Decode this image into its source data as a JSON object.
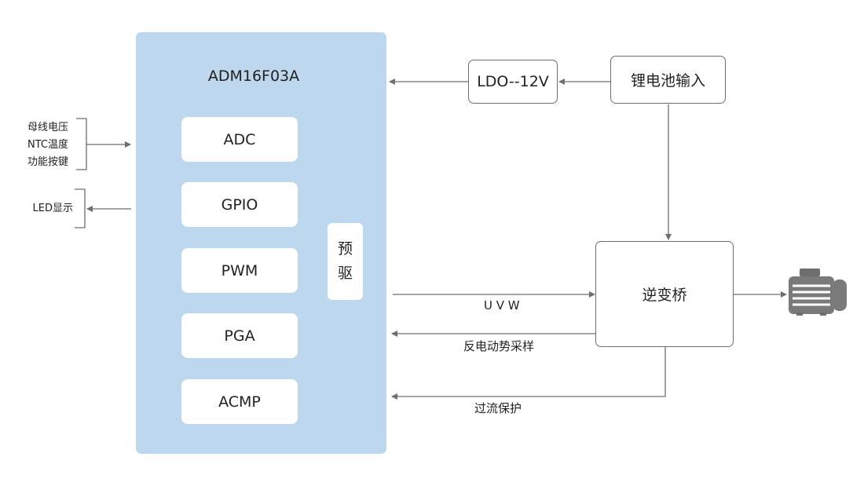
{
  "chip": {
    "title": "ADM16F03A",
    "modules": [
      "ADC",
      "GPIO",
      "PWM",
      "PGA",
      "ACMP"
    ],
    "predriver": [
      "预",
      "驱"
    ]
  },
  "ldo": "LDO--12V",
  "battery": "锂电池输入",
  "inverter": "逆变桥",
  "motor_icon": "motor-icon",
  "inputs": [
    "母线电压",
    "NTC温度",
    "功能按键"
  ],
  "outputs": [
    "LED显示"
  ],
  "signals": {
    "uvw": "U V W",
    "back_emf": "反电动势采样",
    "overcurrent": "过流保护"
  },
  "colors": {
    "chip_fill": "#bcd7ee",
    "line": "#6e6e6e"
  }
}
